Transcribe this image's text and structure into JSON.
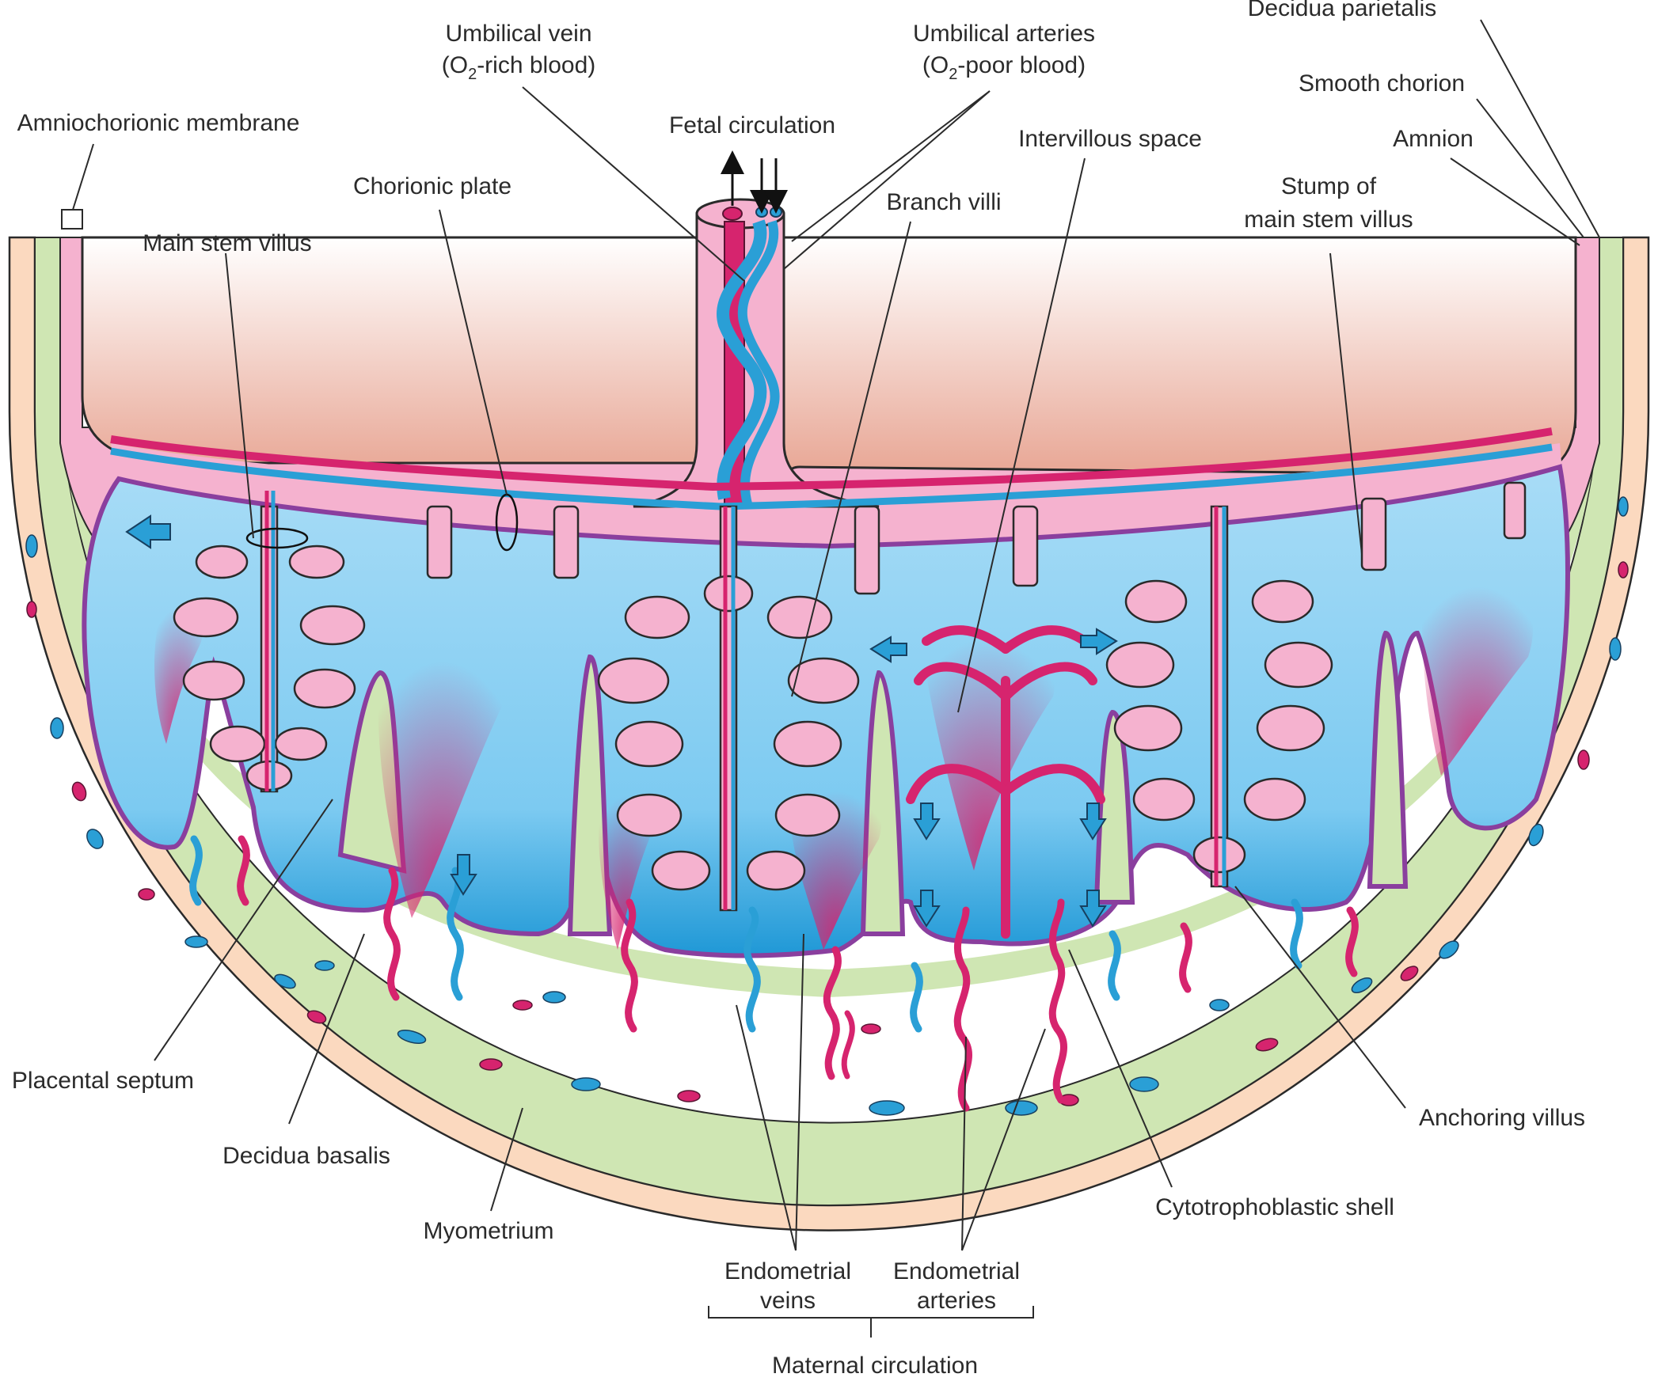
{
  "diagram": {
    "labels": {
      "umbilical_vein": "Umbilical vein",
      "umbilical_vein_sub_pre": "(O",
      "umbilical_vein_sub_num": "2",
      "umbilical_vein_sub_post": "-rich blood)",
      "umbilical_arteries": "Umbilical arteries",
      "umbilical_arteries_sub_pre": "(O",
      "umbilical_arteries_sub_num": "2",
      "umbilical_arteries_sub_post": "-poor blood)",
      "decidua_parietalis": "Decidua parietalis",
      "smooth_chorion": "Smooth chorion",
      "amniochorionic_membrane": "Amniochorionic membrane",
      "fetal_circulation": "Fetal circulation",
      "intervillous_space": "Intervillous space",
      "amnion": "Amnion",
      "chorionic_plate": "Chorionic plate",
      "branch_villi": "Branch villi",
      "stump_line1": "Stump of",
      "stump_line2": "main stem villus",
      "main_stem_villus": "Main stem villus",
      "placental_septum": "Placental septum",
      "anchoring_villus": "Anchoring villus",
      "decidua_basalis": "Decidua basalis",
      "myometrium": "Myometrium",
      "cytotrophoblastic_shell": "Cytotrophoblastic shell",
      "endometrial_veins_line1": "Endometrial",
      "endometrial_veins_line2": "veins",
      "endometrial_arteries_line1": "Endometrial",
      "endometrial_arteries_line2": "arteries",
      "maternal_circulation": "Maternal circulation"
    },
    "colors": {
      "amniotic_top": "#ffffff",
      "amniotic_bottom": "#e8a08c",
      "chorion_pink": "#f5b2cf",
      "chorion_edge": "#2a2a2a",
      "intervillous_blue": "#8fd3f4",
      "intervillous_deep": "#2aa4dc",
      "decidua_green": "#cfe6b3",
      "myometrium_peach": "#fbd9bf",
      "artery_red": "#d6246e",
      "vein_blue": "#2a9fd6",
      "purple_border": "#8a3f9e"
    }
  }
}
